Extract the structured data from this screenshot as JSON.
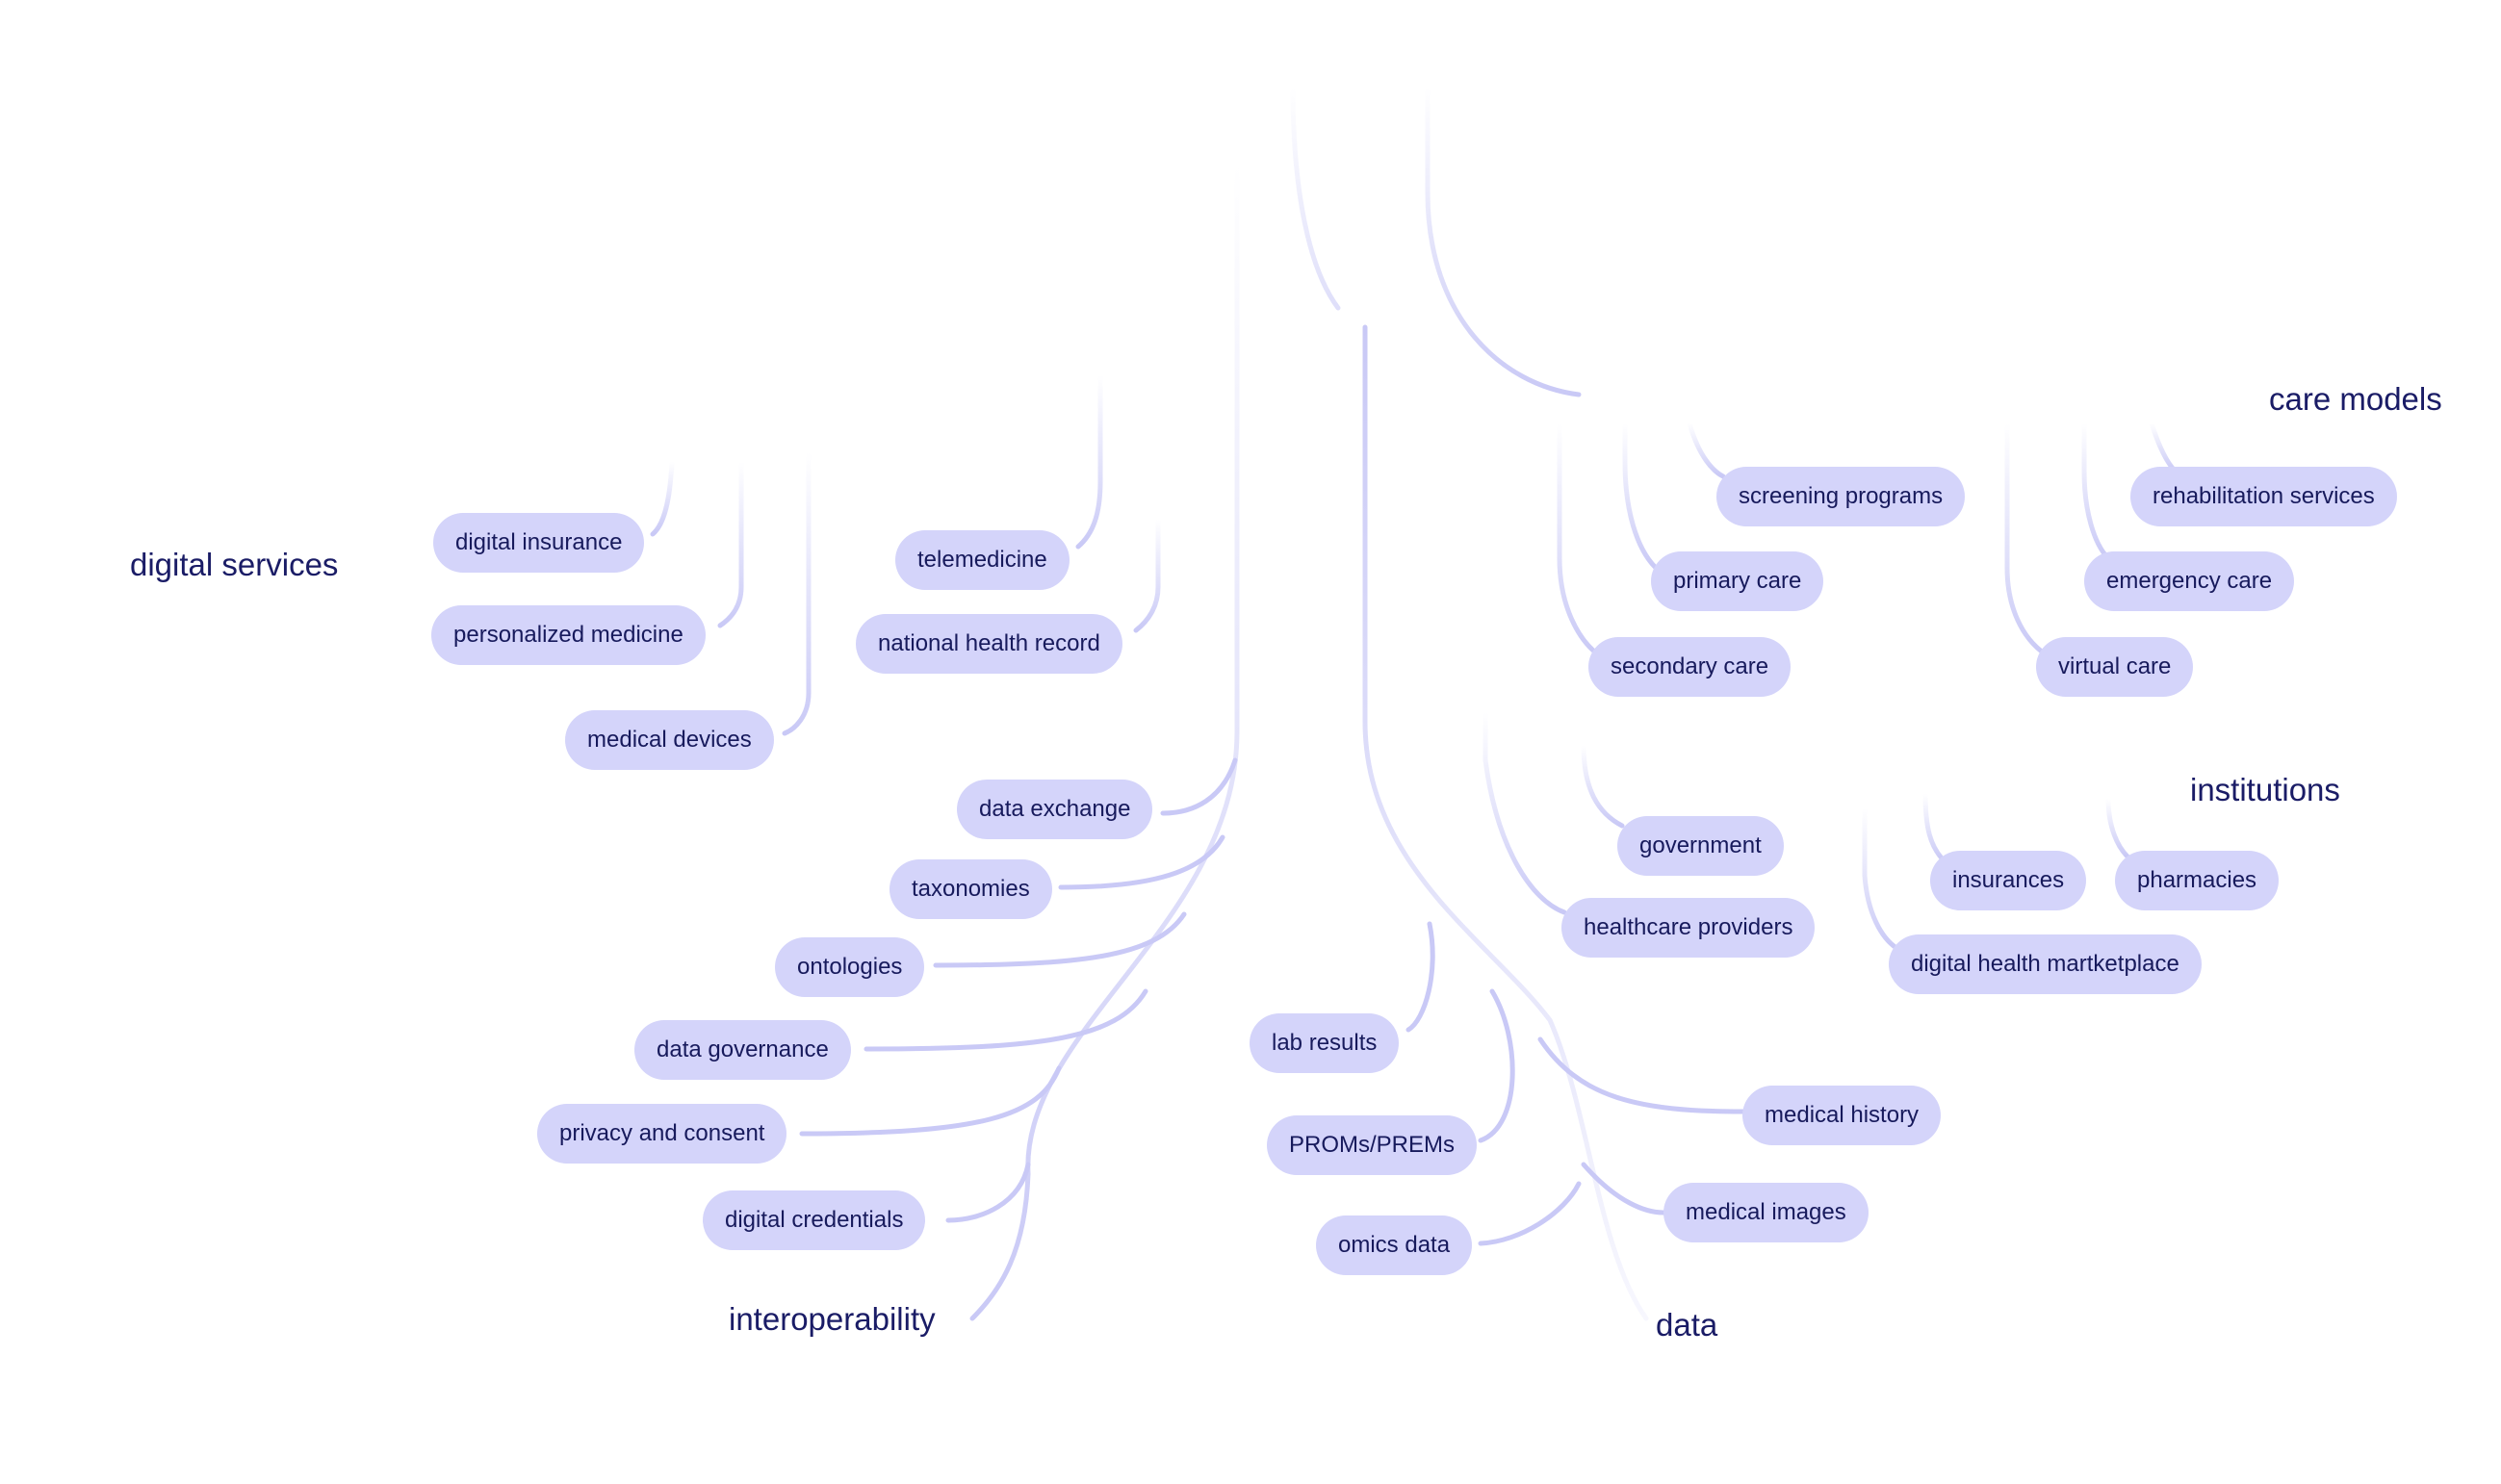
{
  "branches": {
    "digital_services": {
      "title": "digital services",
      "items": [
        "digital insurance",
        "personalized medicine",
        "medical devices",
        "telemedicine",
        "national health record"
      ]
    },
    "interoperability": {
      "title": "interoperability",
      "items": [
        "data exchange",
        "taxonomies",
        "ontologies",
        "data governance",
        "privacy and consent",
        "digital credentials"
      ]
    },
    "data": {
      "title": "data",
      "items": [
        "lab results",
        "PROMs/PREMs",
        "omics data",
        "medical history",
        "medical images"
      ]
    },
    "care_models": {
      "title": "care models",
      "items": [
        "screening programs",
        "primary care",
        "secondary care",
        "rehabilitation services",
        "emergency care",
        "virtual care"
      ]
    },
    "institutions": {
      "title": "institutions",
      "items": [
        "government",
        "healthcare providers",
        "insurances",
        "pharmacies",
        "digital health martketplace"
      ]
    }
  },
  "colors": {
    "node_fill": "#d4d4fa",
    "node_text": "#171a5c",
    "title_text": "#1a1c66",
    "link": "#c9c9f6"
  }
}
